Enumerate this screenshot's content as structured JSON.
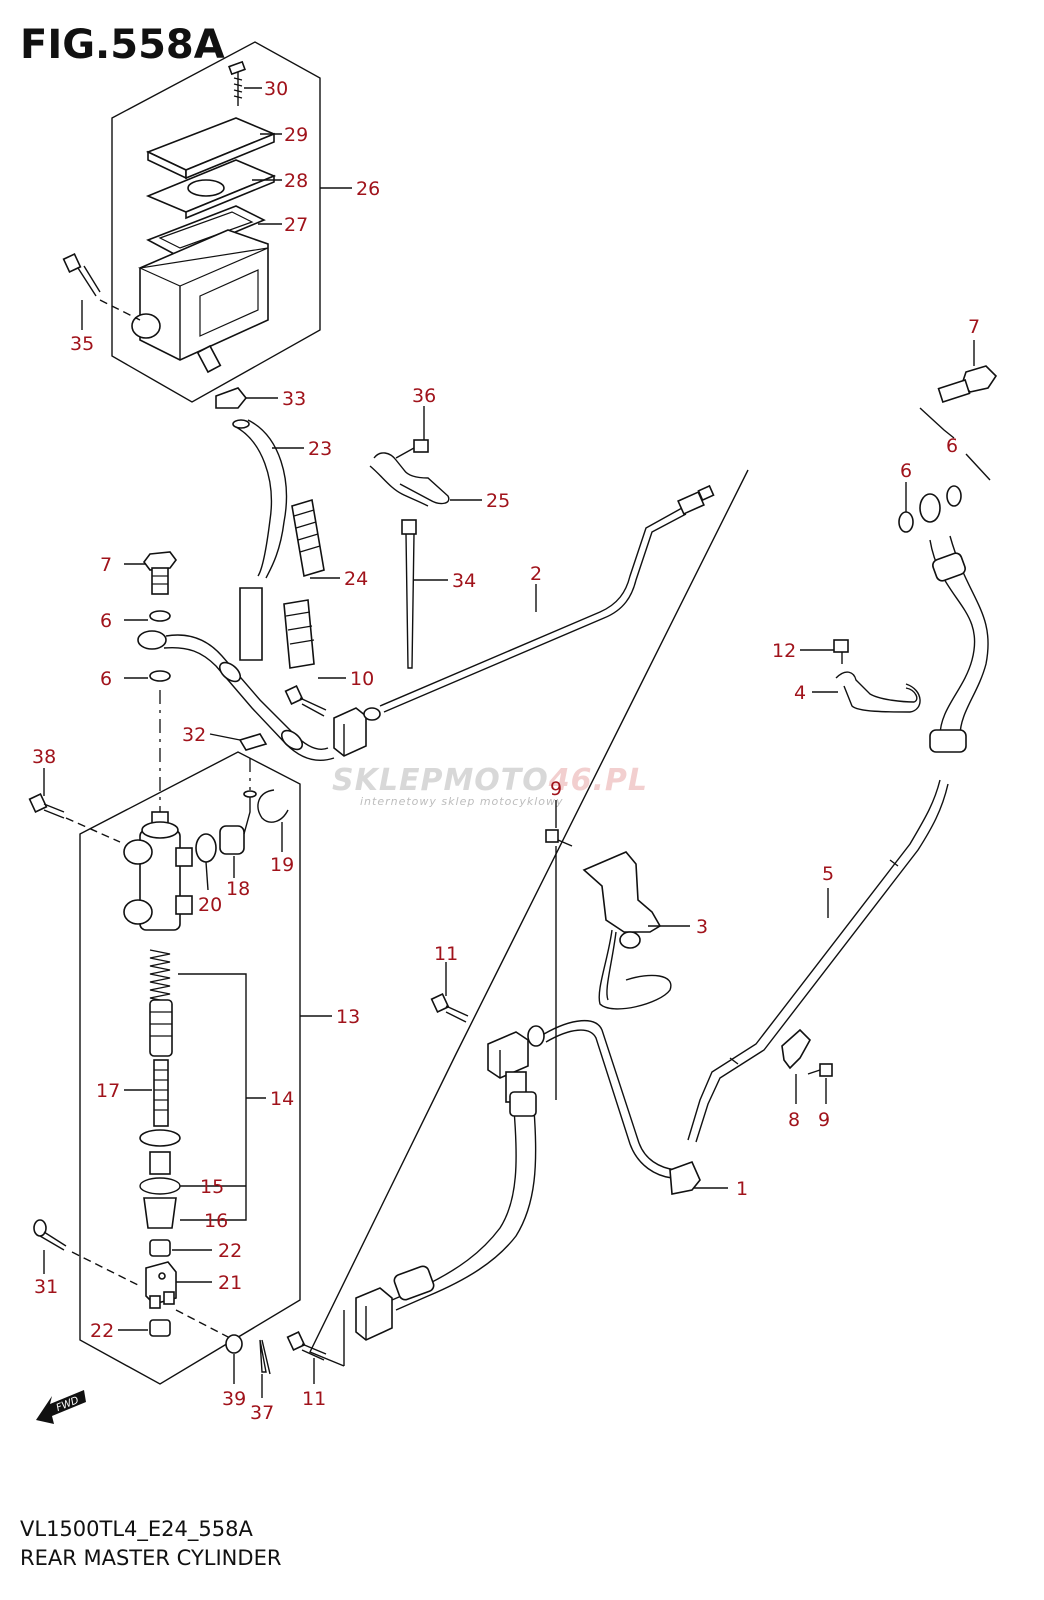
{
  "figure": {
    "title": "FIG.558A",
    "model_code": "VL1500TL4_E24_558A",
    "name": "REAR MASTER CYLINDER",
    "fwd_marker": "FWD"
  },
  "watermark": {
    "text_a": "SKLEPMOTO",
    "text_b": "46.PL",
    "subtitle": "internetowy sklep motocyklowy"
  },
  "callouts": {
    "c1": "1",
    "c2": "2",
    "c3": "3",
    "c4": "4",
    "c5": "5",
    "c6a": "6",
    "c6b": "6",
    "c6c": "6",
    "c6d": "6",
    "c7a": "7",
    "c7b": "7",
    "c8": "8",
    "c9a": "9",
    "c9b": "9",
    "c10": "10",
    "c11a": "11",
    "c11b": "11",
    "c12": "12",
    "c13": "13",
    "c14": "14",
    "c15": "15",
    "c16": "16",
    "c17": "17",
    "c18": "18",
    "c19": "19",
    "c20": "20",
    "c21": "21",
    "c22a": "22",
    "c22b": "22",
    "c23": "23",
    "c24": "24",
    "c25": "25",
    "c26": "26",
    "c27": "27",
    "c28": "28",
    "c29": "29",
    "c30": "30",
    "c31": "31",
    "c32": "32",
    "c33": "33",
    "c34": "34",
    "c35": "35",
    "c36": "36",
    "c37": "37",
    "c38": "38",
    "c39": "39"
  },
  "colors": {
    "callout": "#a0131b",
    "line": "#111111"
  }
}
